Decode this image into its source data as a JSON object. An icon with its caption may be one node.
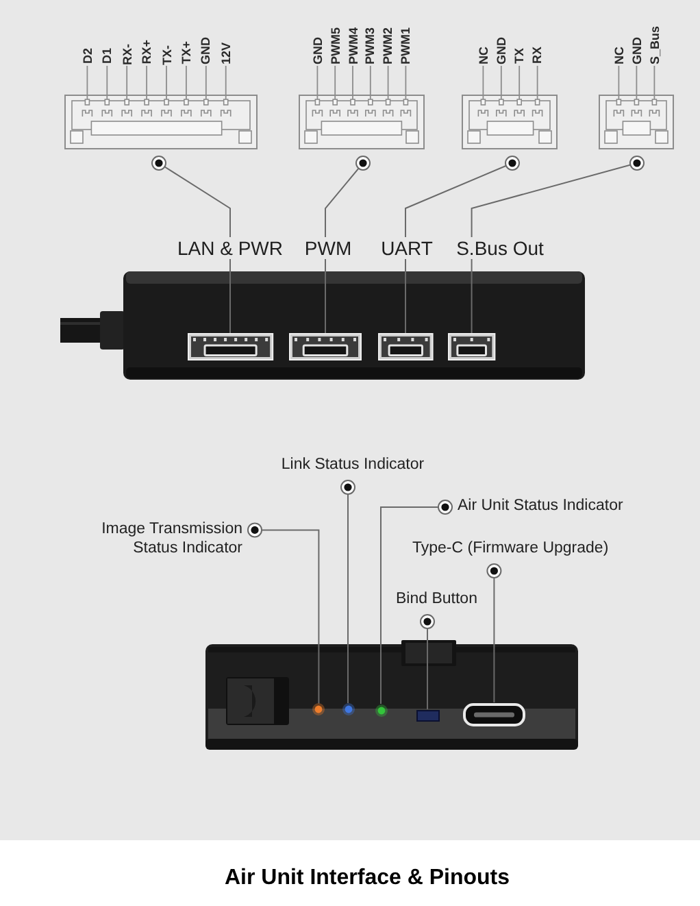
{
  "diagram": {
    "caption": "Air Unit Interface & Pinouts",
    "nodes": [
      {
        "text": [
          "D2",
          "D1",
          "RX-",
          "RX+",
          "TX-",
          "TX+",
          "GND",
          "12V"
        ]
      },
      {
        "text": [
          "GND",
          "PWM5",
          "PWM4",
          "PWM3",
          "PWM2",
          "PWM1"
        ]
      },
      {
        "text": [
          "NC",
          "GND",
          "TX",
          "RX"
        ]
      },
      {
        "text": [
          "NC",
          "GND",
          "S_Bus"
        ]
      },
      {
        "text": [],
        "shape": "picture"
      },
      {
        "text": [],
        "shape": "picture",
        "in": 4
      },
      {
        "text": [],
        "shape": "picture",
        "in": 4
      },
      {
        "text": [],
        "shape": "picture",
        "in": 4
      },
      {
        "text": [],
        "shape": "picture",
        "in": 4
      },
      {
        "text": [
          "Link Status Indicator"
        ]
      },
      {
        "text": [
          "Air Unit Status Indicator"
        ]
      },
      {
        "text": [
          "Image Transmission Status Indicator"
        ]
      },
      {
        "text": [
          "Type-C (Firmware Upgrade)"
        ]
      },
      {
        "text": [
          "Bind Button"
        ]
      },
      {
        "text": [],
        "shape": "picture"
      },
      {
        "text": [],
        "shape": "circle",
        "in": 14
      },
      {
        "text": [],
        "shape": "circle",
        "in": 14
      },
      {
        "text": [],
        "shape": "circle",
        "in": 14
      },
      {
        "text": [],
        "shape": "box",
        "in": 14
      },
      {
        "text": [],
        "shape": "picture",
        "in": 14
      }
    ],
    "edges": [
      {
        "from": 0,
        "to": 5,
        "arrow": "other",
        "label": "LAN & PWR"
      },
      {
        "from": 1,
        "to": 6,
        "arrow": "other",
        "label": "PWM"
      },
      {
        "from": 2,
        "to": 7,
        "arrow": "other",
        "label": "UART"
      },
      {
        "from": 3,
        "to": 8,
        "arrow": "other",
        "label": "S.Bus Out"
      },
      {
        "from": 9,
        "to": 16,
        "arrow": "other"
      },
      {
        "from": 10,
        "to": 17,
        "arrow": "other"
      },
      {
        "from": 11,
        "to": 15,
        "arrow": "other"
      },
      {
        "from": 12,
        "to": 19,
        "arrow": "other"
      },
      {
        "from": 13,
        "to": 18,
        "arrow": "other"
      }
    ]
  }
}
